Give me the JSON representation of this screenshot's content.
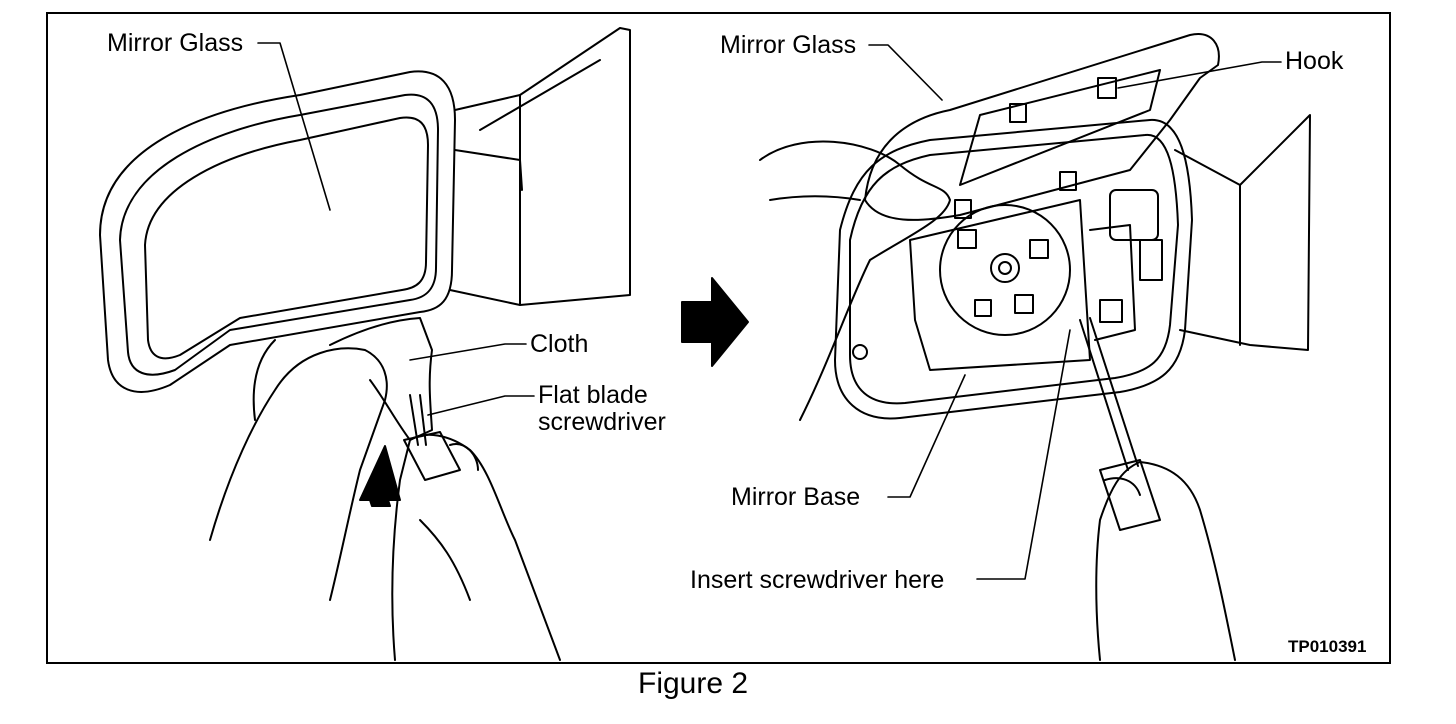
{
  "left_panel": {
    "mirror_glass": "Mirror Glass",
    "cloth": "Cloth",
    "flat_blade_screwdriver": "Flat blade\nscrewdriver"
  },
  "right_panel": {
    "mirror_glass": "Mirror Glass",
    "hook": "Hook",
    "mirror_base": "Mirror Base",
    "insert_screwdriver": "Insert screwdriver here"
  },
  "image_code": "TP010391",
  "caption": "Figure 2",
  "icons": [
    "arrow-right-icon",
    "arrow-up-icon"
  ]
}
